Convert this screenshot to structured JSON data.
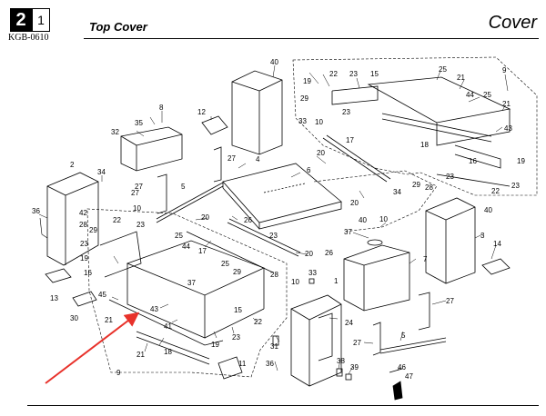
{
  "header": {
    "section": "2",
    "subsection": "1",
    "code": "KGB-0610",
    "title": "Top Cover",
    "category": "Cover"
  },
  "colors": {
    "arrow": "#e8322b",
    "line": "#000000"
  },
  "callouts": [
    {
      "id": "40a",
      "text": "40"
    },
    {
      "id": "9a",
      "text": "9"
    },
    {
      "id": "25a",
      "text": "25"
    },
    {
      "id": "21a",
      "text": "21"
    },
    {
      "id": "44a",
      "text": "44"
    },
    {
      "id": "25b",
      "text": "25"
    },
    {
      "id": "21b",
      "text": "21"
    },
    {
      "id": "43a",
      "text": "43"
    },
    {
      "id": "22a",
      "text": "22"
    },
    {
      "id": "23a",
      "text": "23"
    },
    {
      "id": "15a",
      "text": "15"
    },
    {
      "id": "19a",
      "text": "19"
    },
    {
      "id": "29a",
      "text": "29"
    },
    {
      "id": "10a",
      "text": "10"
    },
    {
      "id": "33a",
      "text": "33"
    },
    {
      "id": "23b",
      "text": "23"
    },
    {
      "id": "18a",
      "text": "18"
    },
    {
      "id": "8",
      "text": "8"
    },
    {
      "id": "12",
      "text": "12"
    },
    {
      "id": "35",
      "text": "35"
    },
    {
      "id": "32",
      "text": "32"
    },
    {
      "id": "4",
      "text": "4"
    },
    {
      "id": "17a",
      "text": "17"
    },
    {
      "id": "20a",
      "text": "20"
    },
    {
      "id": "16a",
      "text": "16"
    },
    {
      "id": "19b",
      "text": "19"
    },
    {
      "id": "23c",
      "text": "23"
    },
    {
      "id": "22b",
      "text": "22"
    },
    {
      "id": "23d",
      "text": "23"
    },
    {
      "id": "2",
      "text": "2"
    },
    {
      "id": "34a",
      "text": "34"
    },
    {
      "id": "27a",
      "text": "27"
    },
    {
      "id": "6",
      "text": "6"
    },
    {
      "id": "34b",
      "text": "34"
    },
    {
      "id": "29b",
      "text": "29"
    },
    {
      "id": "28a",
      "text": "28"
    },
    {
      "id": "27b",
      "text": "27"
    },
    {
      "id": "5a",
      "text": "5"
    },
    {
      "id": "36a",
      "text": "36"
    },
    {
      "id": "42",
      "text": "42"
    },
    {
      "id": "28b",
      "text": "28"
    },
    {
      "id": "27c",
      "text": "27"
    },
    {
      "id": "10b",
      "text": "10"
    },
    {
      "id": "22c",
      "text": "22"
    },
    {
      "id": "29c",
      "text": "29"
    },
    {
      "id": "20b",
      "text": "20"
    },
    {
      "id": "20c",
      "text": "20"
    },
    {
      "id": "10c",
      "text": "10"
    },
    {
      "id": "40b",
      "text": "40"
    },
    {
      "id": "37a",
      "text": "37"
    },
    {
      "id": "40c",
      "text": "40"
    },
    {
      "id": "26a",
      "text": "26"
    },
    {
      "id": "3",
      "text": "3"
    },
    {
      "id": "14",
      "text": "14"
    },
    {
      "id": "23e",
      "text": "23"
    },
    {
      "id": "23f",
      "text": "23"
    },
    {
      "id": "19c",
      "text": "19"
    },
    {
      "id": "25c",
      "text": "25"
    },
    {
      "id": "44b",
      "text": "44"
    },
    {
      "id": "17b",
      "text": "17"
    },
    {
      "id": "20d",
      "text": "20"
    },
    {
      "id": "26b",
      "text": "26"
    },
    {
      "id": "7",
      "text": "7"
    },
    {
      "id": "16b",
      "text": "16"
    },
    {
      "id": "25d",
      "text": "25"
    },
    {
      "id": "29d",
      "text": "29"
    },
    {
      "id": "28c",
      "text": "28"
    },
    {
      "id": "33b",
      "text": "33"
    },
    {
      "id": "13",
      "text": "13"
    },
    {
      "id": "45",
      "text": "45"
    },
    {
      "id": "37b",
      "text": "37"
    },
    {
      "id": "10d",
      "text": "10"
    },
    {
      "id": "1",
      "text": "1"
    },
    {
      "id": "30",
      "text": "30"
    },
    {
      "id": "21c",
      "text": "21"
    },
    {
      "id": "43b",
      "text": "43"
    },
    {
      "id": "41",
      "text": "41"
    },
    {
      "id": "23g",
      "text": "23"
    },
    {
      "id": "22d",
      "text": "22"
    },
    {
      "id": "15b",
      "text": "15"
    },
    {
      "id": "24",
      "text": "24"
    },
    {
      "id": "27d",
      "text": "27"
    },
    {
      "id": "27e",
      "text": "27"
    },
    {
      "id": "5b",
      "text": "5"
    },
    {
      "id": "19d",
      "text": "19"
    },
    {
      "id": "18b",
      "text": "18"
    },
    {
      "id": "21d",
      "text": "21"
    },
    {
      "id": "9b",
      "text": "9"
    },
    {
      "id": "11",
      "text": "11"
    },
    {
      "id": "31",
      "text": "31"
    },
    {
      "id": "36b",
      "text": "36"
    },
    {
      "id": "38",
      "text": "38"
    },
    {
      "id": "39",
      "text": "39"
    },
    {
      "id": "46",
      "text": "46"
    },
    {
      "id": "47",
      "text": "47"
    },
    {
      "id": "23h",
      "text": "23"
    }
  ]
}
